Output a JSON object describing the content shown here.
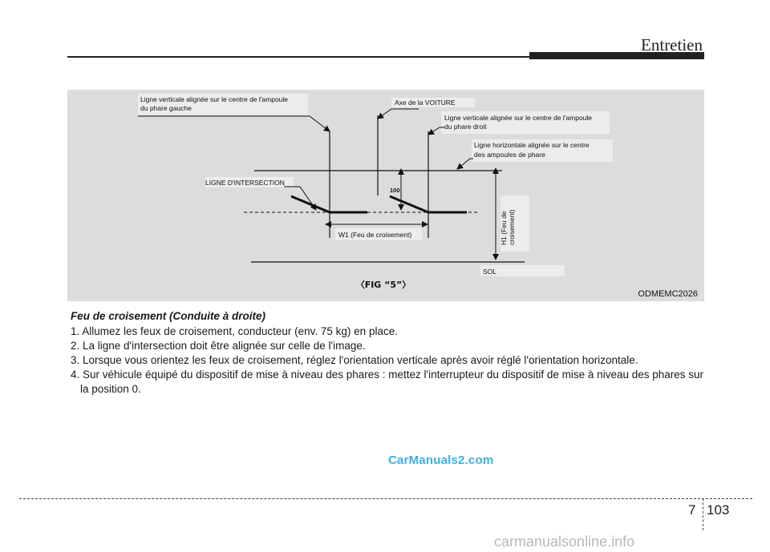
{
  "header": {
    "section_title": "Entretien"
  },
  "figure": {
    "labels": {
      "left_vertical_1": "Ligne verticale alignée sur le centre de l'ampoule",
      "left_vertical_2": "du phare gauche",
      "car_axis": "Axe de la VOITURE",
      "right_vertical_1": "Ligne verticale alignée sur le centre de l'ampoule",
      "right_vertical_2": "du phare droit",
      "horizontal_1": "Ligne horizontale alignée sur le centre",
      "horizontal_2": "des ampoules de phare",
      "intersection": "LIGNE D'INTERSECTION",
      "marker": "100",
      "w1": "W1 (Feu de croisement)",
      "h1_1": "H1 (Feu de",
      "h1_2": "croisement)",
      "ground": "SOL",
      "caption": "〈FIG “5”〉"
    },
    "code": "ODMEMC2026"
  },
  "instructions": {
    "heading": "Feu de croisement (Conduite à droite)",
    "steps": [
      "1. Allumez les feux de croisement, conducteur (env. 75 kg) en place.",
      "2. La ligne d'intersection doit être alignée sur celle de l'image.",
      "3. Lorsque vous orientez les feux de croisement, réglez l'orientation verticale après avoir réglé l'orientation horizontale.",
      "4. Sur véhicule équipé du dispositif de mise à niveau des phares : mettez l'interrupteur du dispositif de mise à niveau des phares sur la position 0."
    ]
  },
  "watermark": "CarManuals2.com",
  "footer": {
    "chapter": "7",
    "page": "103",
    "site": "carmanualsonline.info"
  }
}
